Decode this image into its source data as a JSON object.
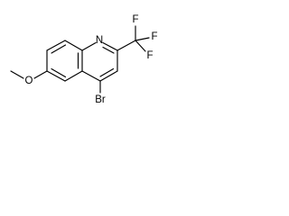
{
  "molecule": {
    "atoms": {
      "n1": "N",
      "br": "Br",
      "o": "O",
      "f_top": "F",
      "f_right": "F",
      "f_bottom": "F"
    }
  }
}
